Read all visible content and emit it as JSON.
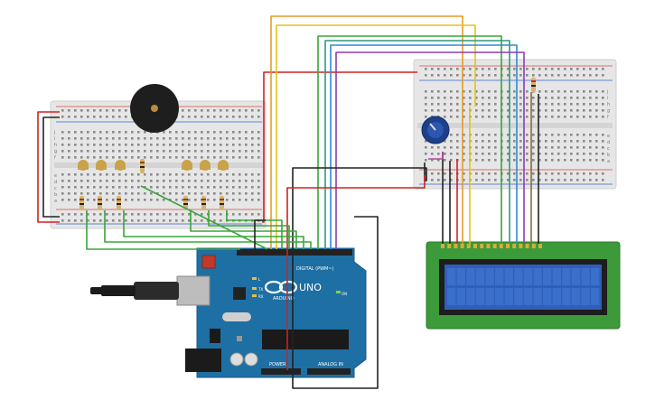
{
  "board": {
    "logo_text": "ARDUINO",
    "model_label": "UNO",
    "digital_label": "DIGITAL (PWM~)",
    "power_label": "POWER",
    "analog_label": "ANALOG IN",
    "on_label": "ON",
    "tx_label": "TX",
    "rx_label": "RX",
    "l_label": "L"
  },
  "breadboard_left": {
    "row_letters_top": [
      "j",
      "i",
      "h",
      "g",
      "f"
    ],
    "row_letters_bottom": [
      "e",
      "d",
      "c",
      "b",
      "a"
    ]
  },
  "breadboard_right": {
    "row_letters_top": [
      "j",
      "i",
      "h",
      "g",
      "f"
    ],
    "row_letters_bottom": [
      "e",
      "d",
      "c",
      "b",
      "a"
    ]
  },
  "lcd": {
    "columns": 16,
    "rows": 2
  },
  "colors": {
    "arduino_blue": "#1e6fa3",
    "breadboard": "#e8e8e8",
    "lcd_pcb": "#3d9a3a",
    "lcd_screen": "#2f5fb8",
    "wire_red": "#d32020",
    "wire_black": "#222222",
    "wire_green": "#38a53a",
    "wire_orange": "#e79a2a",
    "wire_yellow": "#e3c41c",
    "wire_blue": "#2e8bd0",
    "wire_purple": "#8a3fb0",
    "led_off": "#c9a24a"
  },
  "icons": [
    "piezo-buzzer-icon",
    "potentiometer-icon",
    "usb-connector-icon",
    "barrel-jack-icon"
  ]
}
